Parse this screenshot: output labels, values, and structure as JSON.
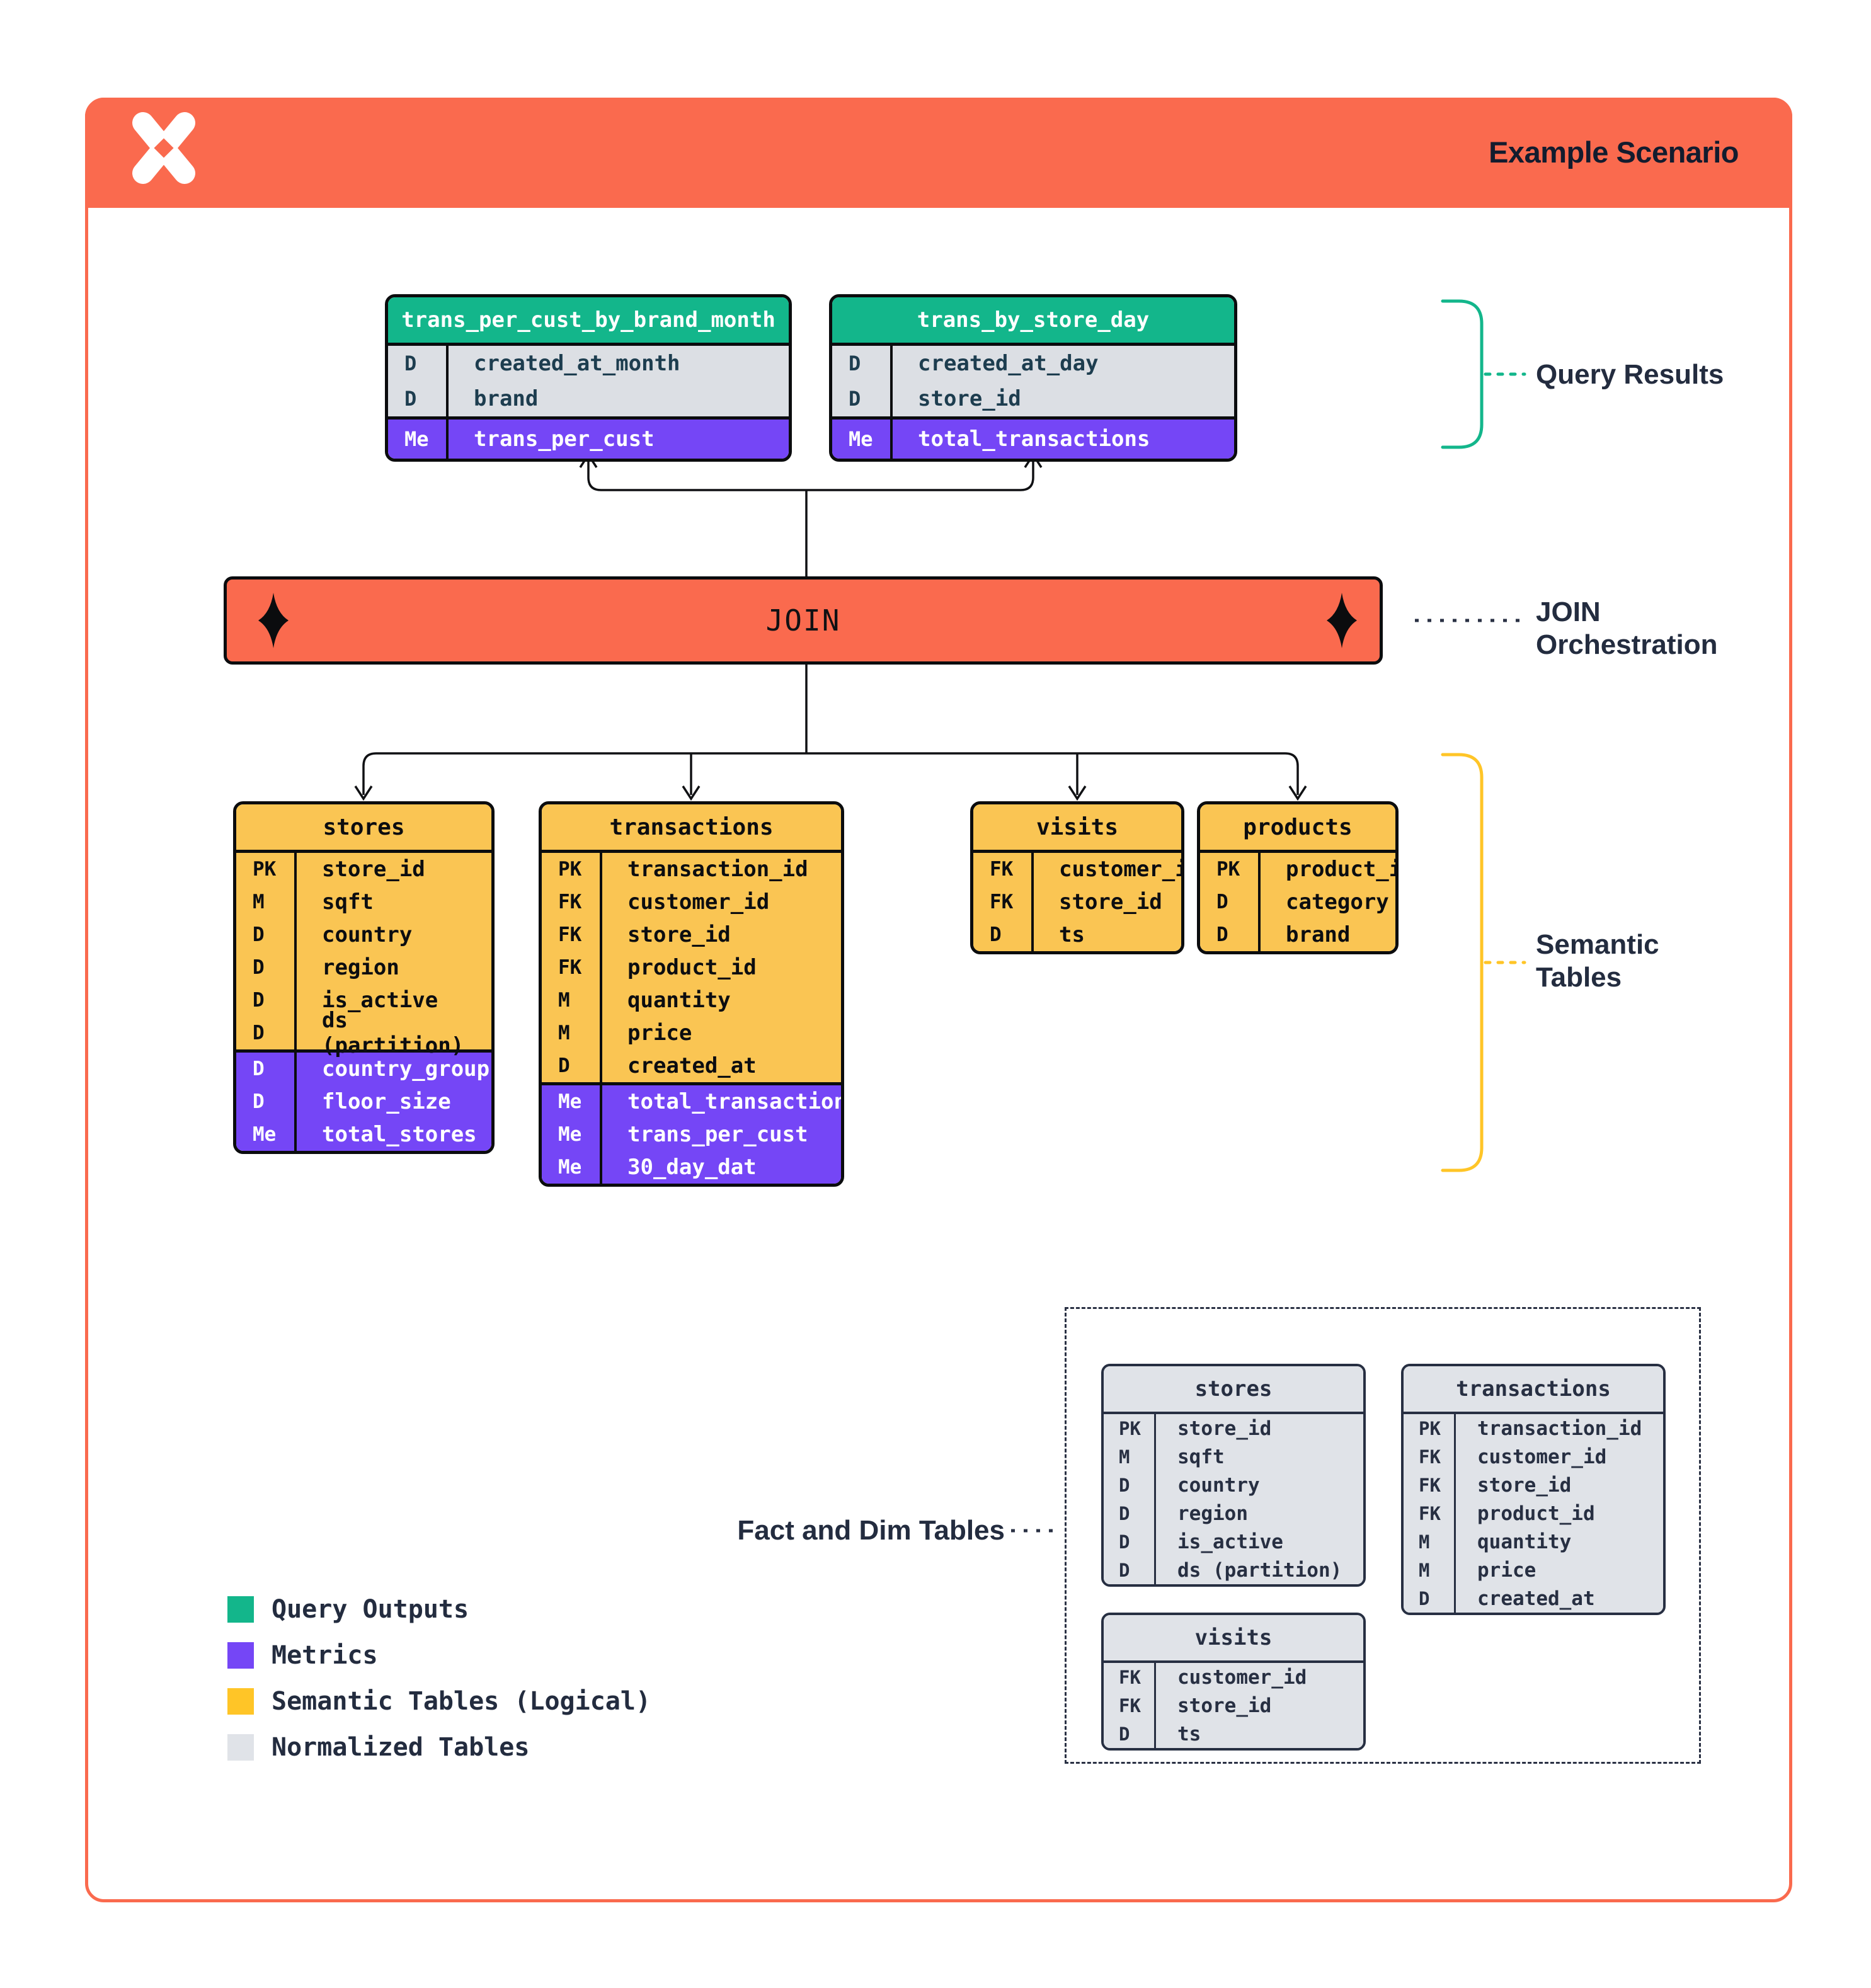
{
  "header": {
    "title": "Example Scenario",
    "logo": "dremio-logo"
  },
  "join": {
    "label": "JOIN"
  },
  "annotations": {
    "query_results": "Query Results",
    "join_orchestration_line1": "JOIN",
    "join_orchestration_line2": "Orchestration",
    "semantic_tables_line1": "Semantic",
    "semantic_tables_line2": "Tables",
    "fact_and_dim": "Fact and Dim Tables"
  },
  "colors": {
    "orange": "#FA6A4E",
    "green": "#13B68B",
    "purple": "#7546F6",
    "yellow": "#FAC553",
    "legend_yellow": "#FFC527",
    "row_gray": "#DCDFE4",
    "normalized_gray": "#E0E3E8",
    "navy": "#232C3F"
  },
  "legend": {
    "items": [
      {
        "name": "query-outputs",
        "color": "#13B68B",
        "label": "Query Outputs"
      },
      {
        "name": "metrics",
        "color": "#7546F6",
        "label": "Metrics"
      },
      {
        "name": "semantic-tables",
        "color": "#FFC527",
        "label": "Semantic Tables (Logical)"
      },
      {
        "name": "normalized-tables",
        "color": "#E0E3E8",
        "label": "Normalized Tables"
      }
    ]
  },
  "tables": {
    "query_results": [
      {
        "name": "trans_per_cust_by_brand_month",
        "rows": [
          {
            "k": "D",
            "f": "created_at_month"
          },
          {
            "k": "D",
            "f": "brand"
          },
          {
            "k": "Me",
            "f": "trans_per_cust",
            "m": true
          }
        ]
      },
      {
        "name": "trans_by_store_day",
        "rows": [
          {
            "k": "D",
            "f": "created_at_day"
          },
          {
            "k": "D",
            "f": "store_id"
          },
          {
            "k": "Me",
            "f": "total_transactions",
            "m": true
          }
        ]
      }
    ],
    "semantic": [
      {
        "name": "stores",
        "rows": [
          {
            "k": "PK",
            "f": "store_id"
          },
          {
            "k": "M",
            "f": "sqft"
          },
          {
            "k": "D",
            "f": "country"
          },
          {
            "k": "D",
            "f": "region"
          },
          {
            "k": "D",
            "f": "is_active"
          },
          {
            "k": "D",
            "f": "ds (partition)"
          },
          {
            "k": "D",
            "f": "country_group",
            "m": true
          },
          {
            "k": "D",
            "f": "floor_size",
            "m": true
          },
          {
            "k": "Me",
            "f": "total_stores",
            "m": true
          }
        ]
      },
      {
        "name": "transactions",
        "rows": [
          {
            "k": "PK",
            "f": "transaction_id"
          },
          {
            "k": "FK",
            "f": "customer_id"
          },
          {
            "k": "FK",
            "f": "store_id"
          },
          {
            "k": "FK",
            "f": "product_id"
          },
          {
            "k": "M",
            "f": "quantity"
          },
          {
            "k": "M",
            "f": "price"
          },
          {
            "k": "D",
            "f": "created_at"
          },
          {
            "k": "Me",
            "f": "total_transactions",
            "m": true
          },
          {
            "k": "Me",
            "f": "trans_per_cust",
            "m": true
          },
          {
            "k": "Me",
            "f": "30_day_dat",
            "m": true
          }
        ]
      },
      {
        "name": "visits",
        "rows": [
          {
            "k": "FK",
            "f": "customer_id"
          },
          {
            "k": "FK",
            "f": "store_id"
          },
          {
            "k": "D",
            "f": "ts"
          }
        ]
      },
      {
        "name": "products",
        "rows": [
          {
            "k": "PK",
            "f": "product_id"
          },
          {
            "k": "D",
            "f": "category"
          },
          {
            "k": "D",
            "f": "brand"
          }
        ]
      }
    ],
    "normalized": [
      {
        "name": "stores",
        "rows": [
          {
            "k": "PK",
            "f": "store_id"
          },
          {
            "k": "M",
            "f": "sqft"
          },
          {
            "k": "D",
            "f": "country"
          },
          {
            "k": "D",
            "f": "region"
          },
          {
            "k": "D",
            "f": "is_active"
          },
          {
            "k": "D",
            "f": "ds (partition)"
          }
        ]
      },
      {
        "name": "transactions",
        "rows": [
          {
            "k": "PK",
            "f": "transaction_id"
          },
          {
            "k": "FK",
            "f": "customer_id"
          },
          {
            "k": "FK",
            "f": "store_id"
          },
          {
            "k": "FK",
            "f": "product_id"
          },
          {
            "k": "M",
            "f": "quantity"
          },
          {
            "k": "M",
            "f": "price"
          },
          {
            "k": "D",
            "f": "created_at"
          }
        ]
      },
      {
        "name": "visits",
        "rows": [
          {
            "k": "FK",
            "f": "customer_id"
          },
          {
            "k": "FK",
            "f": "store_id"
          },
          {
            "k": "D",
            "f": "ts"
          }
        ]
      }
    ]
  }
}
